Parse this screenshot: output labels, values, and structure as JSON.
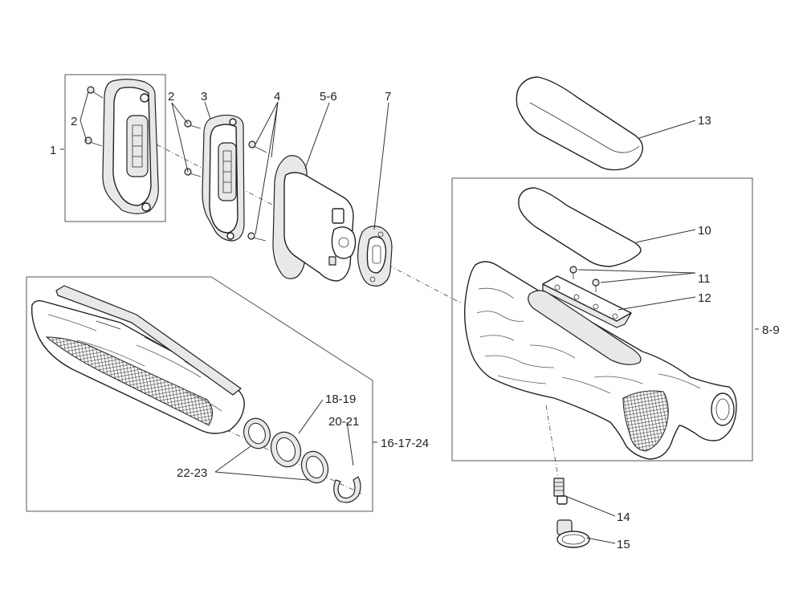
{
  "callouts": {
    "c1": "1",
    "c2a": "2",
    "c2b": "2",
    "c3": "3",
    "c4": "4",
    "c5_6": "5-6",
    "c7": "7",
    "c8_9": "8-9",
    "c10": "10",
    "c11": "11",
    "c12": "12",
    "c13": "13",
    "c14": "14",
    "c15": "15",
    "c16_17_24": "16-17-24",
    "c18_19": "18-19",
    "c20_21": "20-21",
    "c22_23": "22-23"
  },
  "colors": {
    "line": "#222222",
    "fill": "#ffffff",
    "shade": "#e8e8e8"
  }
}
